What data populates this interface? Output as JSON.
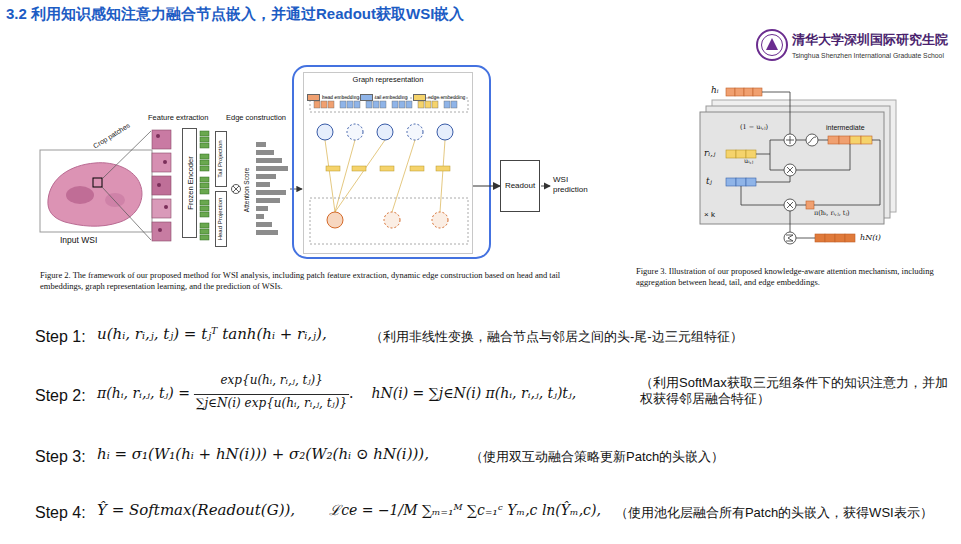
{
  "diagram": {
    "title": "3.2 利用知识感知注意力融合节点嵌入，并通过Readout获取WSI嵌入",
    "caption": "Figure 2. The framework of our proposed method for WSI analysis, including patch feature extraction, dynamic edge construction based on head and tail embeddings, graph representation learning, and the prediction of WSIs.",
    "nodes": [
      {
        "text": [
          "Frozen Encoder"
        ]
      },
      {
        "text": [
          "Tail Projection"
        ]
      },
      {
        "text": [
          "Head Projection"
        ]
      },
      {
        "text": [
          "Graph representation"
        ]
      },
      {
        "text": [
          "Readout"
        ]
      }
    ],
    "edges": [
      {
        "from": 3,
        "to": 4,
        "arrow": "to"
      }
    ],
    "labels": [
      "Crop patches",
      "Input WSI",
      "Feature extraction",
      "Edge construction",
      "Attention Score",
      "WSI prediction",
      "清华大学深圳国际研究生院",
      "Tsinghua Shenzhen International Graduate School",
      "hᵢ",
      "(1 − uᵢ,ⱼ)",
      "intermediate",
      "rᵢ,ⱼ",
      "uᵢ,ⱼ",
      "tⱼ",
      "π(hᵢ, rᵢ,ⱼ, tⱼ)",
      "× k",
      "hN(i)",
      "Figure 3. Illustration of our proposed knowledge-aware attention mechanism, including aggregation between head, tail, and edge embeddings.",
      "Step 1:",
      "u(hᵢ, rᵢ,ⱼ, tⱼ) = tⱼᵀ tanh(hᵢ + rᵢ,ⱼ),",
      "（利用非线性变换，融合节点与邻居之间的头-尾-边三元组特征）",
      "Step 2:",
      "π(hᵢ, rᵢ,ⱼ, tⱼ) =",
      "exp{u(hᵢ, rᵢ,ⱼ, tⱼ)}",
      "∑j∈N(i) exp{u(hᵢ, rᵢ,ⱼ, tⱼ)}",
      ".",
      "hN(i) = ∑j∈N(i) π(hᵢ, rᵢ,ⱼ, tⱼ)tⱼ,",
      "（利用SoftMax获取三元组条件下的知识注意力，并加权获得邻居融合特征）",
      "Step 3:",
      "hᵢ = σ₁(W₁(hᵢ + hN(i))) + σ₂(W₂(hᵢ ⊙ hN(i))),",
      "（使用双互动融合策略更新Patch的头嵌入）",
      "Step 4:",
      "Ŷ = Softmax(Readout(G)),",
      "ℒce = −1/M ∑ₘ₌₁ᴹ ∑c₌₁ᶜ Yₘ,c ln(Ŷₘ,c),",
      "（使用池化层融合所有Patch的头嵌入，获得WSI表示）"
    ],
    "legend": [
      {
        "text": "head embedding",
        "color": "#f0a070"
      },
      {
        "text": "tail embedding",
        "color": "#8fb4e8"
      },
      {
        "text": "edge embedding",
        "color": "#f5d36b"
      }
    ]
  }
}
